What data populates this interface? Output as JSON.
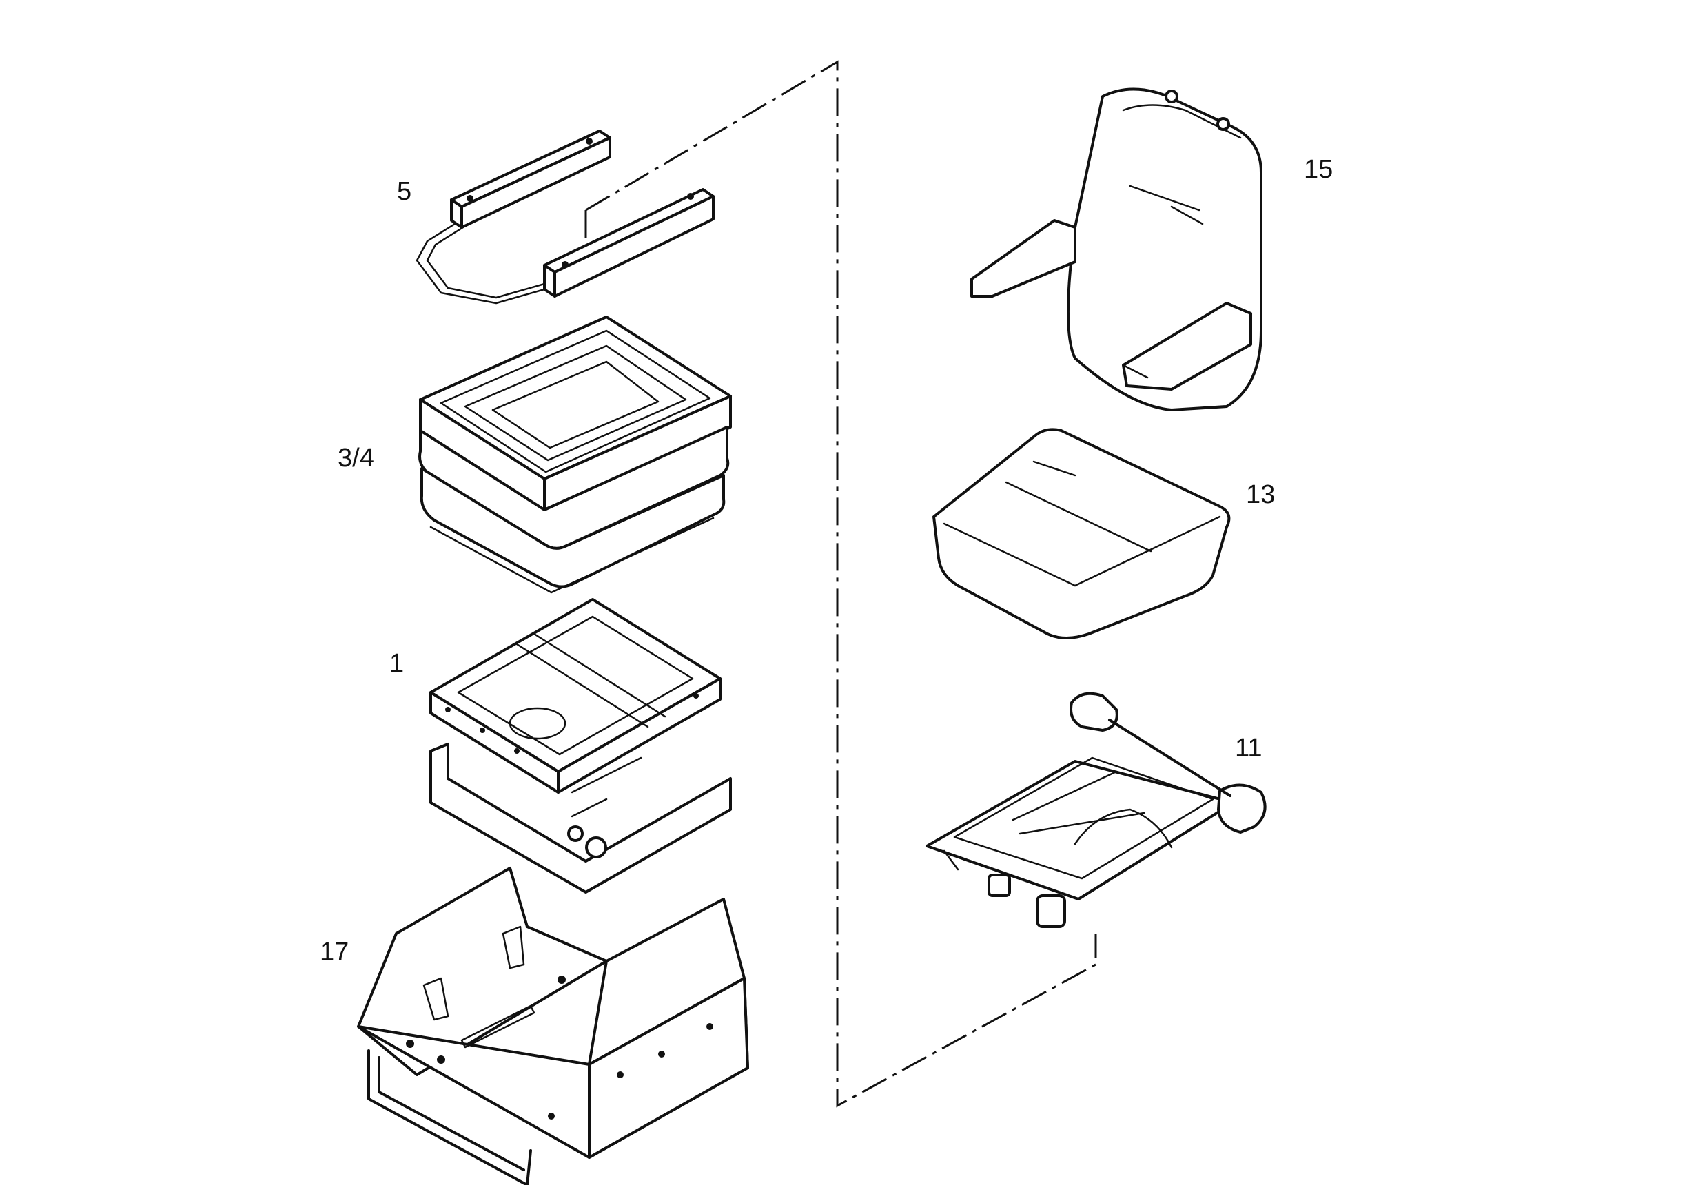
{
  "figure": {
    "callouts": [
      {
        "id": "part-5",
        "label": "5"
      },
      {
        "id": "part-3-4",
        "label": "3/4"
      },
      {
        "id": "part-1",
        "label": "1"
      },
      {
        "id": "part-17",
        "label": "17"
      },
      {
        "id": "part-15",
        "label": "15"
      },
      {
        "id": "part-13",
        "label": "13"
      },
      {
        "id": "part-11",
        "label": "11"
      }
    ],
    "parts": [
      {
        "callout": "5",
        "depicts": "seat slide rails with release bar"
      },
      {
        "callout": "3/4",
        "depicts": "suspension bellows cover"
      },
      {
        "callout": "1",
        "depicts": "scissor suspension frame"
      },
      {
        "callout": "17",
        "depicts": "seat mounting console"
      },
      {
        "callout": "15",
        "depicts": "backrest with armrests"
      },
      {
        "callout": "13",
        "depicts": "seat cushion"
      },
      {
        "callout": "11",
        "depicts": "seat pan frame"
      }
    ],
    "colors": {
      "line": "#111111",
      "background": "#ffffff"
    }
  }
}
